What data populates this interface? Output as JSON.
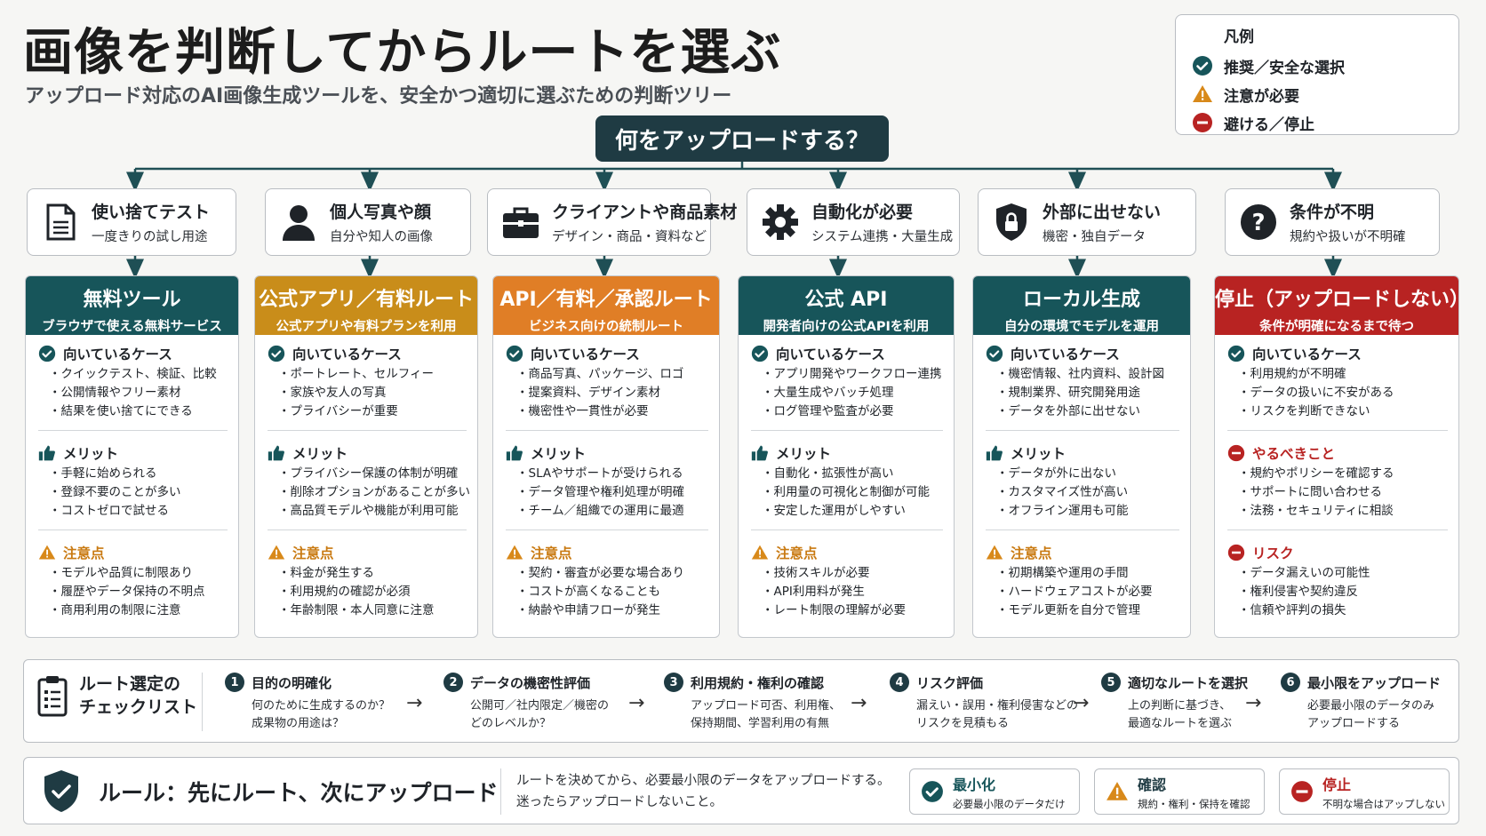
{
  "title": "画像を判断してからルートを選ぶ",
  "subtitle": "アップロード対応のAI画像生成ツールを、安全かつ適切に選ぶための判断ツリー",
  "legend": {
    "title": "凡例",
    "items": [
      {
        "label": "推奨／安全な選択",
        "icon": "check-circle-icon"
      },
      {
        "label": "注意が必要",
        "icon": "warning-icon"
      },
      {
        "label": "避ける／停止",
        "icon": "stop-icon"
      }
    ]
  },
  "root_question": "何をアップロードする？",
  "colors": {
    "teal": "#17555a",
    "amber": "#c98d1a",
    "orange": "#e07e26",
    "red": "#b82322",
    "dark": "#1f3b43",
    "warn": "#d8891a"
  },
  "questions": [
    {
      "title": "使い捨てテスト",
      "sub": "一度きりの試し用途",
      "icon": "document-icon"
    },
    {
      "title": "個人写真や顔",
      "sub": "自分や知人の画像",
      "icon": "person-icon"
    },
    {
      "title": "クライアントや商品素材",
      "sub": "デザイン・商品・資料など",
      "icon": "briefcase-icon"
    },
    {
      "title": "自動化が必要",
      "sub": "システム連携・大量生成",
      "icon": "gear-icon"
    },
    {
      "title": "外部に出せない",
      "sub": "機密・独自データ",
      "icon": "shield-lock-icon"
    },
    {
      "title": "条件が不明",
      "sub": "規約や扱いが不明確",
      "icon": "question-icon"
    }
  ],
  "routes": [
    {
      "title": "無料ツール",
      "sub": "ブラウザで使える無料サービス",
      "s1_title": "向いているケース",
      "s1": [
        "クイックテスト、検証、比較",
        "公開情報やフリー素材",
        "結果を使い捨てにできる"
      ],
      "s2_title": "メリット",
      "s2": [
        "手軽に始められる",
        "登録不要のことが多い",
        "コストゼロで試せる"
      ],
      "s3_title": "注意点",
      "s3": [
        "モデルや品質に制限あり",
        "履歴やデータ保持の不明点",
        "商用利用の制限に注意"
      ]
    },
    {
      "title": "公式アプリ／有料ルート",
      "sub": "公式アプリや有料プランを利用",
      "s1_title": "向いているケース",
      "s1": [
        "ポートレート、セルフィー",
        "家族や友人の写真",
        "プライバシーが重要"
      ],
      "s2_title": "メリット",
      "s2": [
        "プライバシー保護の体制が明確",
        "削除オプションがあることが多い",
        "高品質モデルや機能が利用可能"
      ],
      "s3_title": "注意点",
      "s3": [
        "料金が発生する",
        "利用規約の確認が必須",
        "年齢制限・本人同意に注意"
      ]
    },
    {
      "title": "API／有料／承認ルート",
      "sub": "ビジネス向けの統制ルート",
      "s1_title": "向いているケース",
      "s1": [
        "商品写真、パッケージ、ロゴ",
        "提案資料、デザイン素材",
        "機密性や一貫性が必要"
      ],
      "s2_title": "メリット",
      "s2": [
        "SLAやサポートが受けられる",
        "データ管理や権利処理が明確",
        "チーム／組織での運用に最適"
      ],
      "s3_title": "注意点",
      "s3": [
        "契約・審査が必要な場合あり",
        "コストが高くなることも",
        "納齢や申請フローが発生"
      ]
    },
    {
      "title": "公式 API",
      "sub": "開発者向けの公式APIを利用",
      "s1_title": "向いているケース",
      "s1": [
        "アプリ開発やワークフロー連携",
        "大量生成やバッチ処理",
        "ログ管理や監査が必要"
      ],
      "s2_title": "メリット",
      "s2": [
        "自動化・拡張性が高い",
        "利用量の可視化と制御が可能",
        "安定した運用がしやすい"
      ],
      "s3_title": "注意点",
      "s3": [
        "技術スキルが必要",
        "API利用料が発生",
        "レート制限の理解が必要"
      ]
    },
    {
      "title": "ローカル生成",
      "sub": "自分の環境でモデルを運用",
      "s1_title": "向いているケース",
      "s1": [
        "機密情報、社内資料、設計図",
        "規制業界、研究開発用途",
        "データを外部に出せない"
      ],
      "s2_title": "メリット",
      "s2": [
        "データが外に出ない",
        "カスタマイズ性が高い",
        "オフライン運用も可能"
      ],
      "s3_title": "注意点",
      "s3": [
        "初期構築や運用の手間",
        "ハードウェアコストが必要",
        "モデル更新を自分で管理"
      ]
    },
    {
      "title": "停止（アップロードしない）",
      "sub": "条件が明確になるまで待つ",
      "s1_title": "向いているケース",
      "s1": [
        "利用規約が不明確",
        "データの扱いに不安がある",
        "リスクを判断できない"
      ],
      "s2_title": "やるべきこと",
      "s2": [
        "規約やポリシーを確認する",
        "サポートに問い合わせる",
        "法務・セキュリティに相談"
      ],
      "s3_title": "リスク",
      "s3": [
        "データ漏えいの可能性",
        "権利侵害や契約違反",
        "信頼や評判の損失"
      ]
    }
  ],
  "checklist": {
    "title_line1": "ルート選定の",
    "title_line2": "チェックリスト",
    "steps": [
      {
        "num": "1",
        "title": "目的の明確化",
        "d1": "何のために生成するのか？",
        "d2": "成果物の用途は？"
      },
      {
        "num": "2",
        "title": "データの機密性評価",
        "d1": "公開可／社内限定／機密の",
        "d2": "どのレベルか？"
      },
      {
        "num": "3",
        "title": "利用規約・権利の確認",
        "d1": "アップロード可否、利用権、",
        "d2": "保持期間、学習利用の有無"
      },
      {
        "num": "4",
        "title": "リスク評価",
        "d1": "漏えい・誤用・権利侵害などの",
        "d2": "リスクを見積もる"
      },
      {
        "num": "5",
        "title": "適切なルートを選択",
        "d1": "上の判断に基づき、",
        "d2": "最適なルートを選ぶ"
      },
      {
        "num": "6",
        "title": "最小限をアップロード",
        "d1": "必要最小限のデータのみ",
        "d2": "アップロードする"
      }
    ],
    "arrow": "→"
  },
  "rule": {
    "title": "ルール：先にルート、次にアップロード",
    "desc1": "ルートを決めてから、必要最小限のデータをアップロードする。",
    "desc2": "迷ったらアップロードしないこと。",
    "badges": [
      {
        "title": "最小化",
        "sub": "必要最小限のデータだけ",
        "icon": "check-circle-icon"
      },
      {
        "title": "確認",
        "sub": "規約・権利・保持を確認",
        "icon": "warning-icon"
      },
      {
        "title": "停止",
        "sub": "不明な場合はアップしない",
        "icon": "stop-icon"
      }
    ]
  }
}
